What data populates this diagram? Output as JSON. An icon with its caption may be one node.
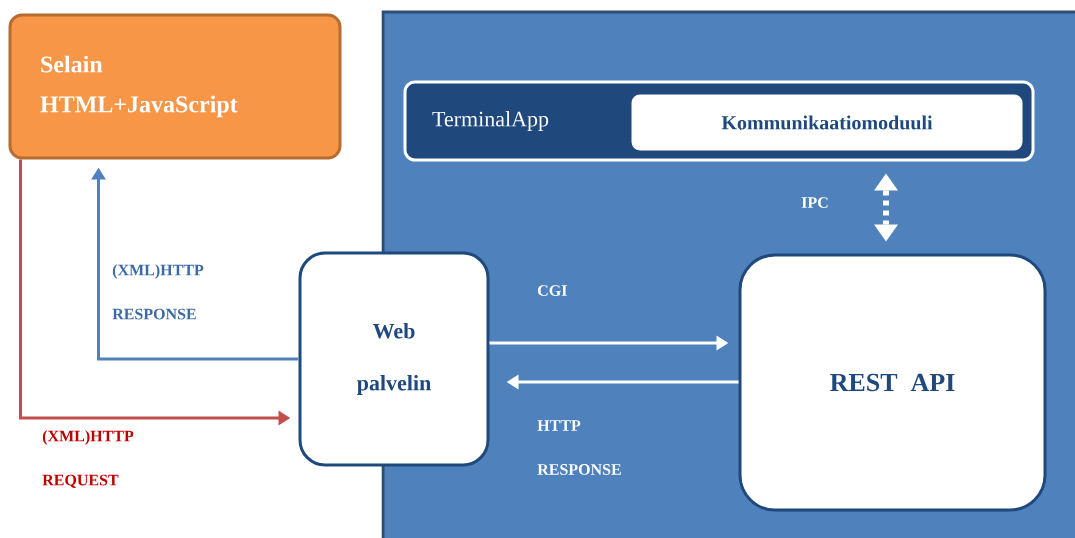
{
  "diagram": {
    "nodes": [
      {
        "text": [
          "Selain",
          "HTML+JavaScript"
        ]
      },
      {
        "text": [],
        "shape": "box"
      },
      {
        "text": [
          "TerminalApp"
        ],
        "in": 1
      },
      {
        "text": [
          "Kommunikaatiomoduuli"
        ],
        "in": 2
      },
      {
        "text": [
          "Web palvelin"
        ]
      },
      {
        "text": [
          "REST API"
        ],
        "in": 1
      }
    ],
    "edges": [
      {
        "from": 4,
        "to": 0,
        "arrow": "to",
        "label": "(XML)HTTP RESPONSE",
        "color": "#4f81bd"
      },
      {
        "from": 0,
        "to": 4,
        "arrow": "to",
        "label": "(XML)HTTP REQUEST",
        "color": "#c0504d"
      },
      {
        "from": 4,
        "to": 5,
        "arrow": "to",
        "label": "CGI"
      },
      {
        "from": 5,
        "to": 4,
        "arrow": "to",
        "label": "HTTP RESPONSE"
      },
      {
        "from": 2,
        "to": 5,
        "arrow": "both",
        "style": "dashed"
      }
    ],
    "labels": [
      "IPC"
    ]
  }
}
